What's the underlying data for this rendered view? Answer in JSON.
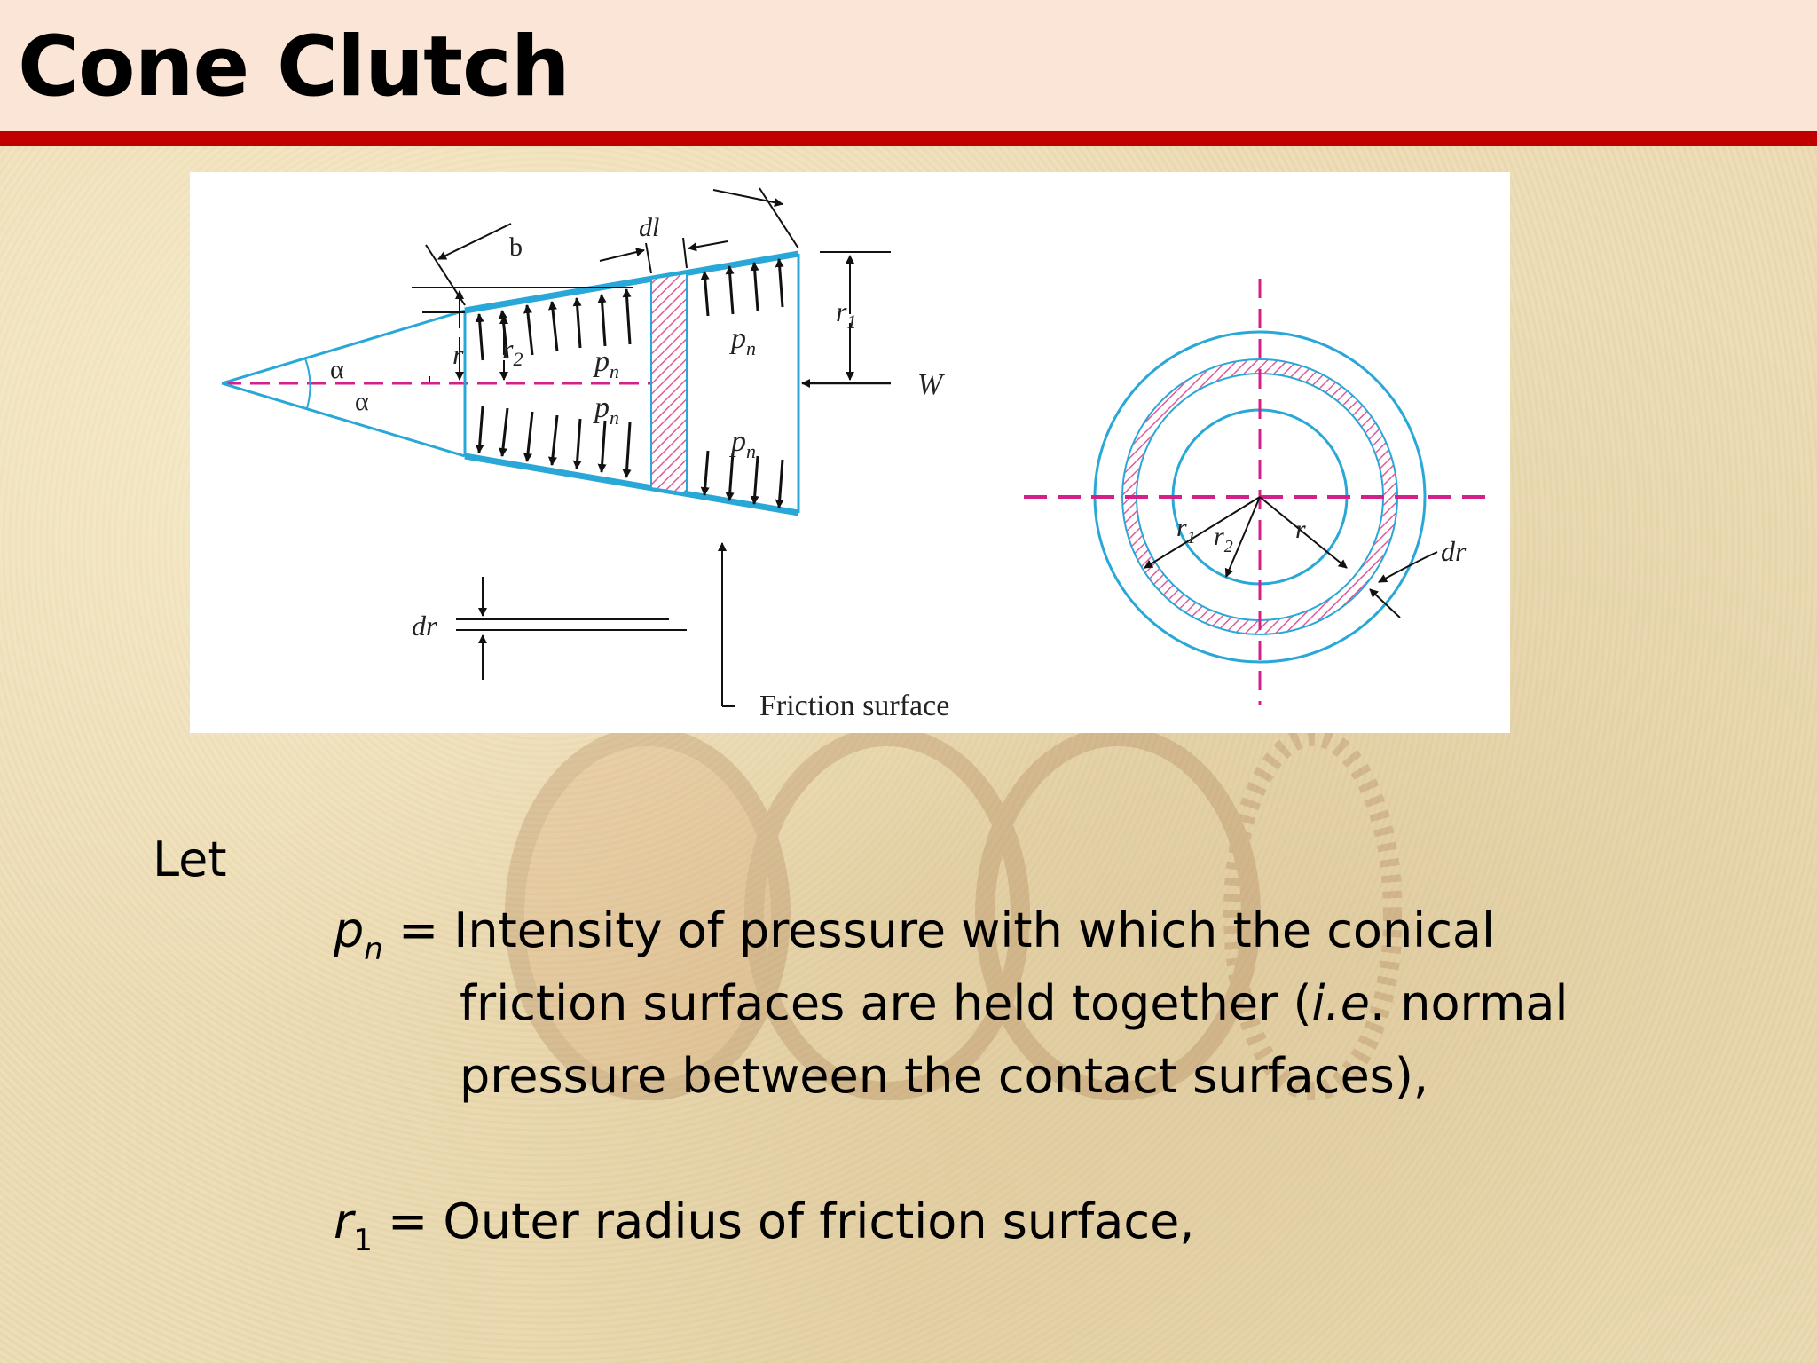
{
  "slide": {
    "title": "Cone Clutch"
  },
  "figure": {
    "labels": {
      "b": "b",
      "dl": "dl",
      "r1": "r",
      "r1_sub": "1",
      "r": "r",
      "r2": "r",
      "r2_sub": "2",
      "alpha": "α",
      "pn": "p",
      "pn_sub": "n",
      "W": "W",
      "dr": "dr",
      "friction_surface": "Friction surface",
      "right_r1": "r",
      "right_r1_sub": "1",
      "right_r2": "r",
      "right_r2_sub": "2",
      "right_r": "r",
      "right_dr": "dr"
    },
    "colors": {
      "cone_blue": "#29a8d8",
      "axis_magenta": "#d4208a",
      "hatch_pink": "#e05a9a"
    }
  },
  "text": {
    "let": "Let",
    "pn_symbol": "p",
    "pn_sub": "n",
    "pn_def_1": " = Intensity of pressure with which the conical",
    "pn_def_2a": "friction surfaces are held together (",
    "pn_def_2_ie": "i.e",
    "pn_def_2b": ". normal",
    "pn_def_3": "pressure between the contact surfaces),",
    "r1_symbol": "r",
    "r1_sub": "1",
    "r1_def": " = Outer radius of friction surface,"
  }
}
